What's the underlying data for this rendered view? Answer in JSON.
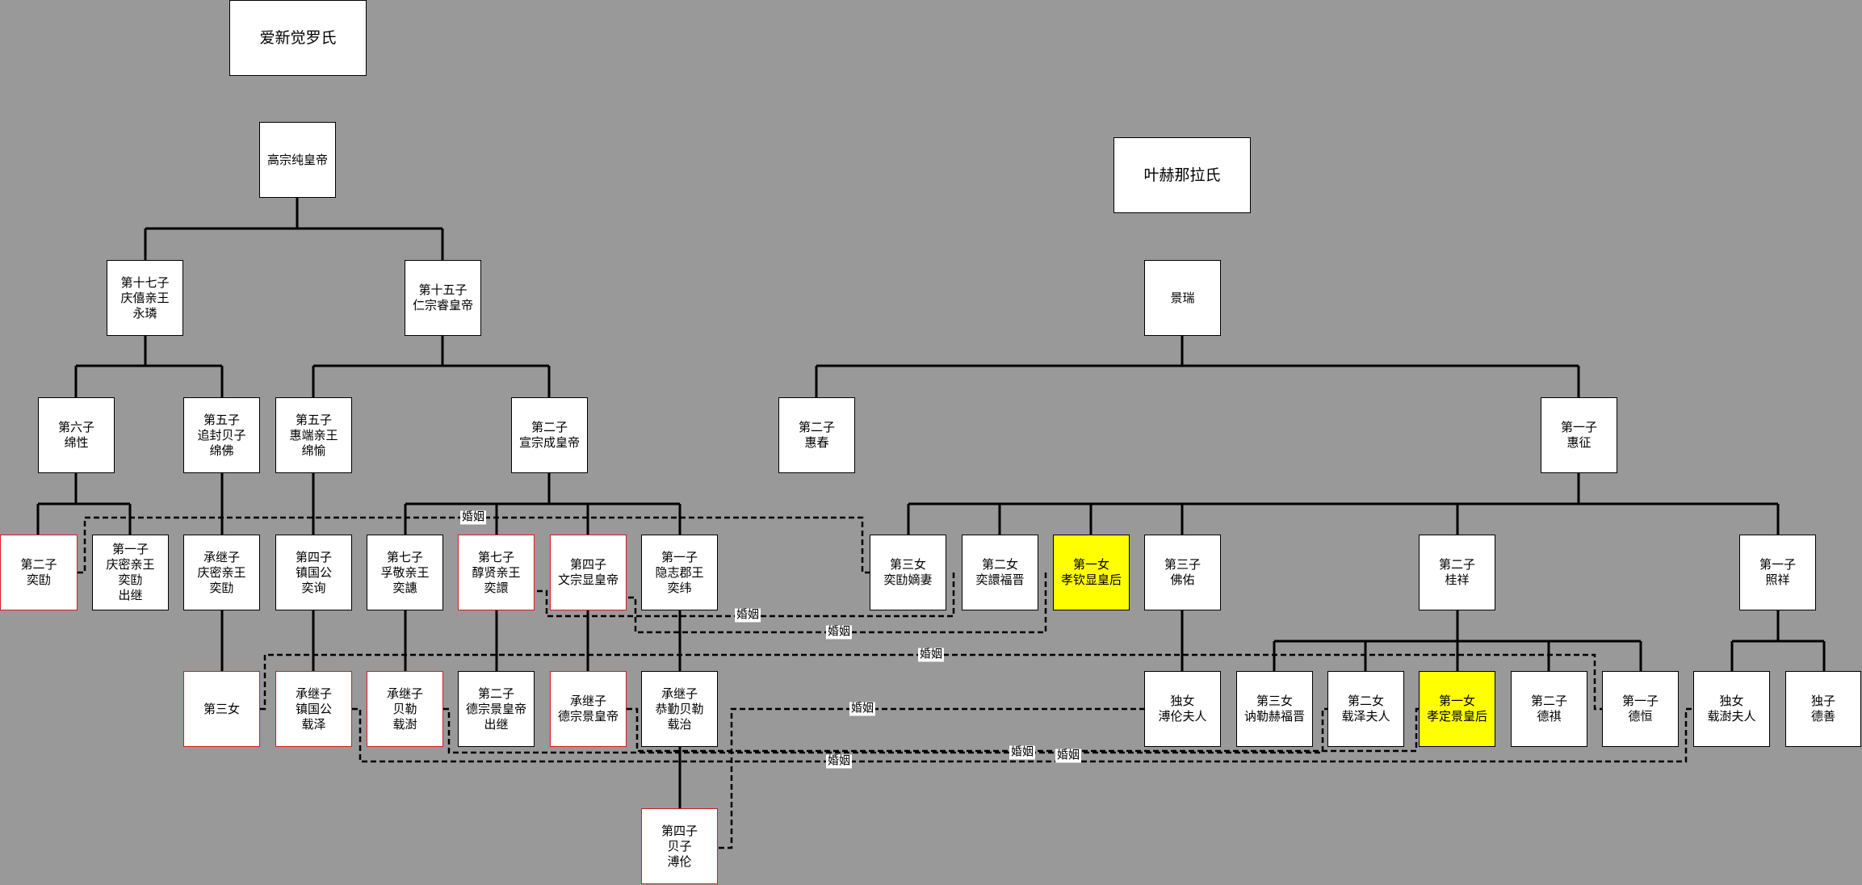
{
  "clans": {
    "aisin": "爱新觉罗氏",
    "yehe": "叶赫那拉氏"
  },
  "people": {
    "gaozong": "高宗纯皇帝",
    "yonglin": "第十七子\n庆僖亲王\n永璘",
    "renzong": "第十五子\n仁宗睿皇帝",
    "mianxing": "第六子\n绵性",
    "mianfo": "第五子\n追封贝子\n绵佛",
    "mianyu": "第五子\n惠端亲王\n绵愉",
    "xuanzong": "第二子\n宣宗成皇帝",
    "yikuang": "第二子\n奕劻",
    "yizhu_first": "第一子\n庆密亲王\n奕劻\n出继",
    "yikuang_heir": "承继子\n庆密亲王\n奕劻",
    "yixun": "第四子\n镇国公\n奕询",
    "yixuan_7": "第七子\n孚敬亲王\n奕譓",
    "yixuan_chun": "第七子\n醇贤亲王\n奕譞",
    "wenzong": "第四子\n文宗显皇帝",
    "yiwei": "第一子\n隐志郡王\n奕纬",
    "third_daughter": "第三女",
    "zaize": "承继子\n镇国公\n载泽",
    "zaiao": "承继子\n贝勒\n载澍",
    "dezong_out": "第二子\n德宗景皇帝\n出继",
    "dezong_heir": "承继子\n德宗景皇帝",
    "zaizhi": "承继子\n恭勤贝勒\n载治",
    "pulun": "第四子\n贝子\n溥伦",
    "jingrui": "景瑞",
    "huichun": "第二子\n惠春",
    "huizheng": "第一子\n惠征",
    "d3_yikuang_wife": "第三女\n奕劻嫡妻",
    "d2_yixuan_wife": "第二女\n奕譞福晋",
    "xiaoqin": "第一女\n孝钦显皇后",
    "foyou": "第三子\n佛佑",
    "guixiang": "第二子\n桂祥",
    "zhaoxiang": "第一子\n照祥",
    "pulun_wife": "独女\n溥伦夫人",
    "xunbeile_wife": "第三女\n讷勒赫福晋",
    "zaize_wife": "第二女\n载泽夫人",
    "xiaoding": "第一女\n孝定景皇后",
    "deqi": "第二子\n德祺",
    "deheng": "第一子\n德恒",
    "zaiao_wife": "独女\n载澍夫人",
    "deshan": "独子\n德善"
  },
  "marriage_label": "婚姻",
  "colors": {
    "background": "#999999",
    "box": "#ffffff",
    "highlight": "#ffff00",
    "red_border": "#d9191c"
  }
}
